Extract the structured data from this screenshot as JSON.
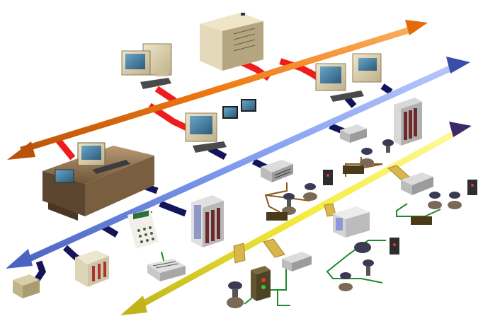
{
  "diagram": {
    "buses": [
      {
        "id": "bus-orange",
        "label": "",
        "color": "#f07a10",
        "shade": "#b9520a"
      },
      {
        "id": "bus-blue",
        "label": "",
        "color": "#7f9cf0",
        "shade": "#4a64c0"
      },
      {
        "id": "bus-yellow",
        "label": "",
        "color": "#f5ea3a",
        "shade": "#c0b418"
      }
    ],
    "link_colors": {
      "red": "#ee1c1c",
      "navy": "#14145a",
      "brown": "#8b5a1a",
      "tan": "#c08a3a",
      "green": "#1e8a2a",
      "yellow_tap": "#d9b64a"
    },
    "devices": [
      {
        "name": "server-tower",
        "icon": "server-tower-icon"
      },
      {
        "name": "workstation-top-left",
        "icon": "desktop-computer-icon"
      },
      {
        "name": "workstation-top-right",
        "icon": "desktop-computer-icon"
      },
      {
        "name": "operator-console",
        "icon": "control-console-icon"
      },
      {
        "name": "workstation-center",
        "icon": "desktop-computer-icon"
      },
      {
        "name": "plc-rack-right",
        "icon": "plc-rack-icon"
      },
      {
        "name": "plc-rack-center",
        "icon": "plc-rack-icon"
      },
      {
        "name": "io-module-1",
        "icon": "io-module-icon"
      },
      {
        "name": "io-module-2",
        "icon": "io-module-icon"
      },
      {
        "name": "io-module-3",
        "icon": "io-module-icon"
      },
      {
        "name": "io-module-4",
        "icon": "io-module-icon"
      },
      {
        "name": "hmi-keypad",
        "icon": "keypad-terminal-icon"
      },
      {
        "name": "printer",
        "icon": "printer-icon"
      },
      {
        "name": "controller-small",
        "icon": "controller-icon"
      },
      {
        "name": "plc-compact-yellow",
        "icon": "plc-compact-icon"
      },
      {
        "name": "field-drive",
        "icon": "drive-unit-icon"
      },
      {
        "name": "field-instruments",
        "icon": "valve-transmitter-icon"
      }
    ]
  }
}
